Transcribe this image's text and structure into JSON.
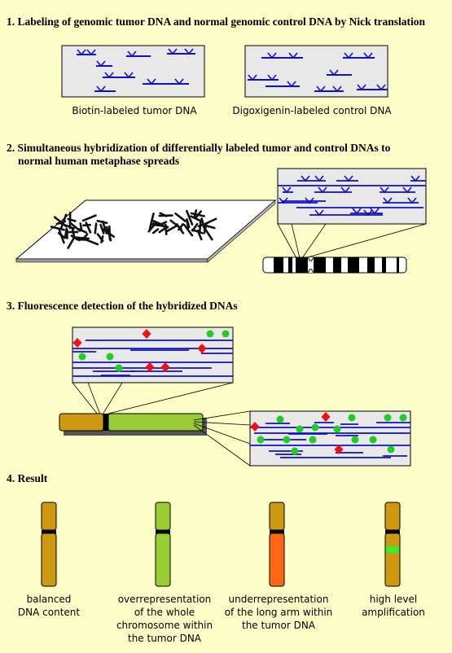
{
  "steps": {
    "s1": "1. Labeling of genomic tumor DNA and normal genomic control DNA by Nick translation",
    "s2_line1": "2. Simultaneous hybridization of differentially labeled tumor and control DNAs to",
    "s2_line2": "normal human metaphase spreads",
    "s3": "3. Fluorescence detection of the hybridized DNAs",
    "s4": "4. Result"
  },
  "captions": {
    "tumor_dna": "Biotin-labeled tumor DNA",
    "control_dna": "Digoxigenin-labeled control DNA"
  },
  "results": [
    {
      "lines": [
        "balanced",
        "DNA content"
      ]
    },
    {
      "lines": [
        "overrepresentation",
        "of the whole",
        "chromosome within",
        "the tumor DNA"
      ]
    },
    {
      "lines": [
        "underrepresentation",
        "of the long arm within",
        "the tumor DNA"
      ]
    },
    {
      "lines": [
        "high level",
        "amplification"
      ]
    }
  ],
  "colors": {
    "background": "#fdfdc8",
    "dna_strand": "#1010c8",
    "panel": "#e8e8e8",
    "tumor_signal": "#22cc22",
    "control_signal": "#ee1111",
    "balanced": "#cc9911",
    "overrepresented": "#99cc33",
    "underrepresented": "#ff6611",
    "amplification_band": "#33ee33"
  }
}
